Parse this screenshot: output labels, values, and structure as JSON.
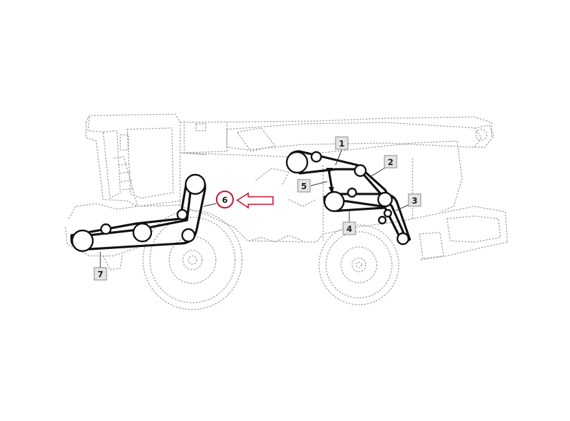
{
  "diagram": {
    "colors": {
      "belt": "#111111",
      "outline": "#9a9a9a",
      "callout_fill": "#e4e4e4",
      "highlight": "#c8102e"
    },
    "callouts": [
      {
        "id": "1",
        "label": "1"
      },
      {
        "id": "2",
        "label": "2"
      },
      {
        "id": "3",
        "label": "3"
      },
      {
        "id": "4",
        "label": "4"
      },
      {
        "id": "5",
        "label": "5"
      },
      {
        "id": "7",
        "label": "7"
      }
    ],
    "highlighted_callout": {
      "id": "6",
      "label": "6",
      "pointer": "arrow-left-icon"
    }
  }
}
